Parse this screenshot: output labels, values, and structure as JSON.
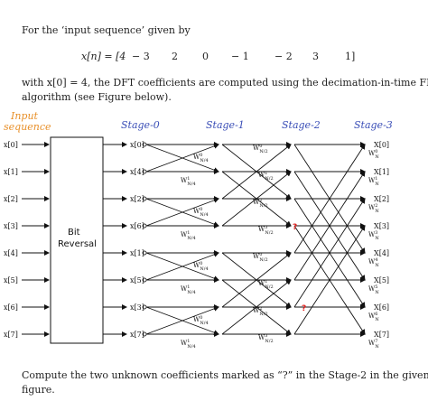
{
  "problem": {
    "line1": "For the ‘input sequence’ given by",
    "sequence": {
      "lhs": "x[n] = [4",
      "values": [
        "− 3",
        "2",
        "0",
        "− 1",
        "− 2",
        "3",
        "1]"
      ]
    },
    "line2": "with x[0] = 4, the DFT coefficients are computed using the decimation-in-time FFT",
    "line3": "algorithm (see Figure below)."
  },
  "figure": {
    "input_label_line1": "Input",
    "input_label_line2": "sequence",
    "stage_labels": [
      "Stage-0",
      "Stage-1",
      "Stage-2",
      "Stage-3"
    ],
    "input_labels": [
      "x[0]",
      "x[1]",
      "x[2]",
      "x[3]",
      "x[4]",
      "x[5]",
      "x[6]",
      "x[7]"
    ],
    "bitrev_labels": [
      "x[0]",
      "x[4]",
      "x[2]",
      "x[6]",
      "x[1]",
      "x[5]",
      "x[3]",
      "x[7]"
    ],
    "output_labels": [
      "X[0]",
      "X[1]",
      "X[2]",
      "X[3]",
      "X[4]",
      "X[5]",
      "X[6]",
      "X[7]"
    ],
    "block_label_line1": "Bit",
    "block_label_line2": "Reversal",
    "unknown_marker": "?",
    "colors": {
      "stage": "#3b4fb7",
      "input_label": "#e8902a",
      "unknown": "#e0201e"
    }
  },
  "footer": {
    "line1": "Compute the two unknown coefficients marked as “?”  in the Stage-2 in the given",
    "line2": "figure."
  }
}
